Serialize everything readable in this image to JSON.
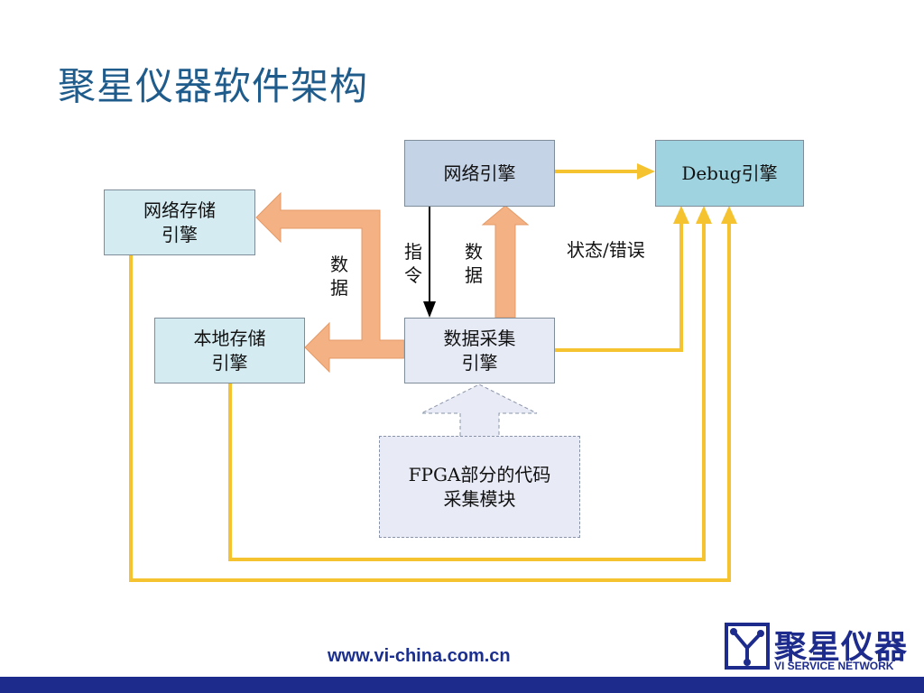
{
  "title": "聚星仪器软件架构",
  "boxes": {
    "network_engine": "网络引擎",
    "debug_engine": "Debug引擎",
    "net_storage_line1": "网络存储",
    "net_storage_line2": "引擎",
    "local_storage_line1": "本地存储",
    "local_storage_line2": "引擎",
    "acq_line1": "数据采集",
    "acq_line2": "引擎",
    "fpga_line1": "FPGA部分的代码",
    "fpga_line2": "采集模块"
  },
  "labels": {
    "data_left_1": "数",
    "data_left_2": "据",
    "cmd_1": "指",
    "cmd_2": "令",
    "data_mid_1": "数",
    "data_mid_2": "据",
    "status": "状态/错误"
  },
  "footer": {
    "url": "www.vi-china.com.cn",
    "logo_cn": "聚星仪器",
    "logo_en": "VI SERVICE NETWORK"
  },
  "colors": {
    "title": "#1f5c8c",
    "network_box": "#c5d3e6",
    "debug_box": "#9fd3e0",
    "storage_box": "#d3ebf1",
    "acq_box": "#e6eaf5",
    "fpga_box": "#e8ebf5",
    "orange_arrow": "#f4b183",
    "yellow_line": "#f5c230",
    "brand": "#1d2b8c"
  }
}
